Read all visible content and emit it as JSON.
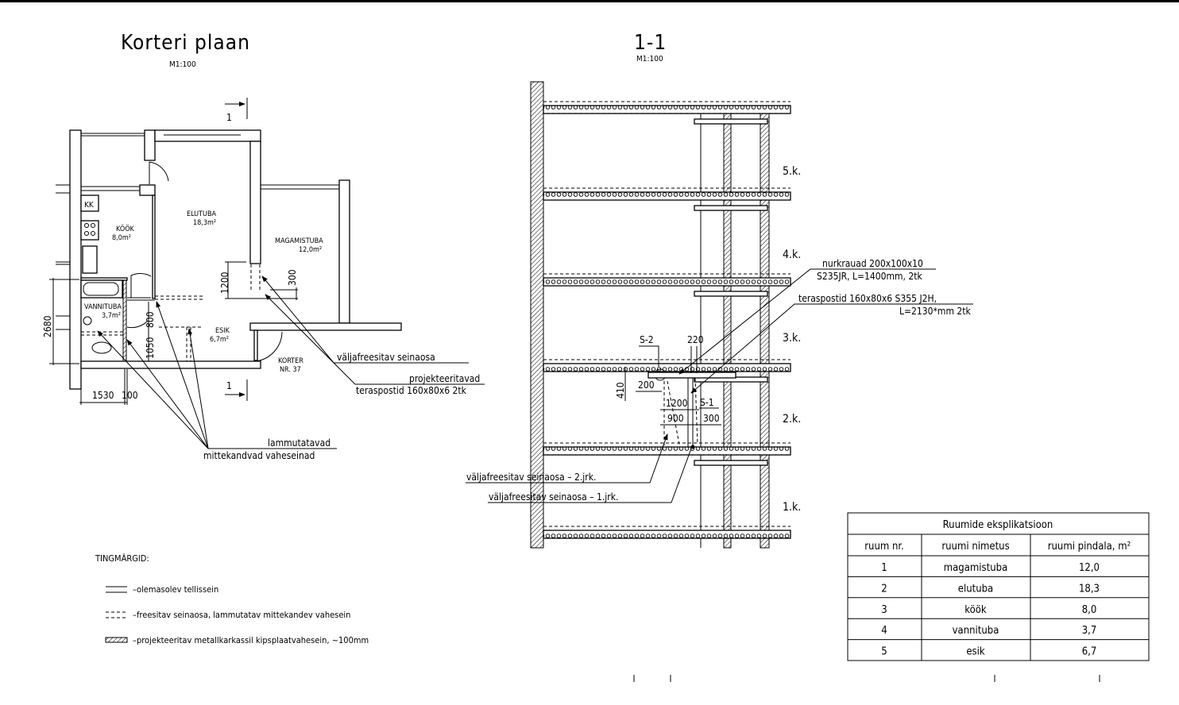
{
  "plan": {
    "title": "Korteri plaan",
    "scale": "M1:100",
    "section_mark": "1",
    "rooms": {
      "kk": "KK",
      "kook_name": "KÖÖK",
      "kook_area": "8,0m²",
      "elutuba_name": "ELUTUBA",
      "elutuba_area": "18,3m²",
      "magamistuba_name": "MAGAMISTUBA",
      "magamistuba_area": "12,0m²",
      "vannituba_name": "VANNITUBA",
      "vannituba_area": "3,7m²",
      "esik_name": "ESIK",
      "esik_area": "6,7m²",
      "korter_line1": "KORTER",
      "korter_line2": "NR. 37"
    },
    "dims": {
      "d2680": "2680",
      "d1530": "1530",
      "d100": "100",
      "d800": "800",
      "d1050": "1050",
      "d1200": "1200",
      "d300": "300"
    },
    "notes": {
      "valjafreesitav": "väljafreesitav  seinaosa",
      "proj_line1": "projekteeritavad",
      "proj_line2": "teraspostid  160x80x6  2tk",
      "lamm_line1": "lammutatavad",
      "lamm_line2": "mittekandvad  vaheseinad"
    }
  },
  "section": {
    "title": "1-1",
    "scale": "M1:100",
    "floors": [
      "5.k.",
      "4.k.",
      "3.k.",
      "2.k.",
      "1.k."
    ],
    "notes": {
      "nurk_line1": "nurkrauad  200x100x10",
      "nurk_line2": "S235JR,  L=1400mm,  2tk",
      "tera_line1": "teraspostid  160x80x6  S355  J2H,",
      "tera_line2": "L=2130*mm  2tk",
      "s2": "S-2",
      "s1": "S-1",
      "v2": "väljafreesitav  seinaosa  –  2.jrk.",
      "v1": "väljafreesitav  seinaosa  –  1.jrk."
    },
    "dims": {
      "d220": "220",
      "d410": "410",
      "d200": "200",
      "d1200": "1200",
      "d900": "900",
      "d300": "300"
    }
  },
  "legend": {
    "title": "TINGMÄRGID:",
    "items": [
      "–olemasolev  tellissein",
      "–freesitav  seinaosa,  lammutatav  mittekandev  vahesein",
      "–projekteeritav  metallkarkassil  kipsplaatvahesein,  ~100mm"
    ]
  },
  "table": {
    "title": "Ruumide  eksplikatsioon",
    "headers": [
      "ruum  nr.",
      "ruumi  nimetus",
      "ruumi  pindala,  m²"
    ],
    "rows": [
      [
        "1",
        "magamistuba",
        "12,0"
      ],
      [
        "2",
        "elutuba",
        "18,3"
      ],
      [
        "3",
        "köök",
        "8,0"
      ],
      [
        "4",
        "vannituba",
        "3,7"
      ],
      [
        "5",
        "esik",
        "6,7"
      ]
    ]
  }
}
